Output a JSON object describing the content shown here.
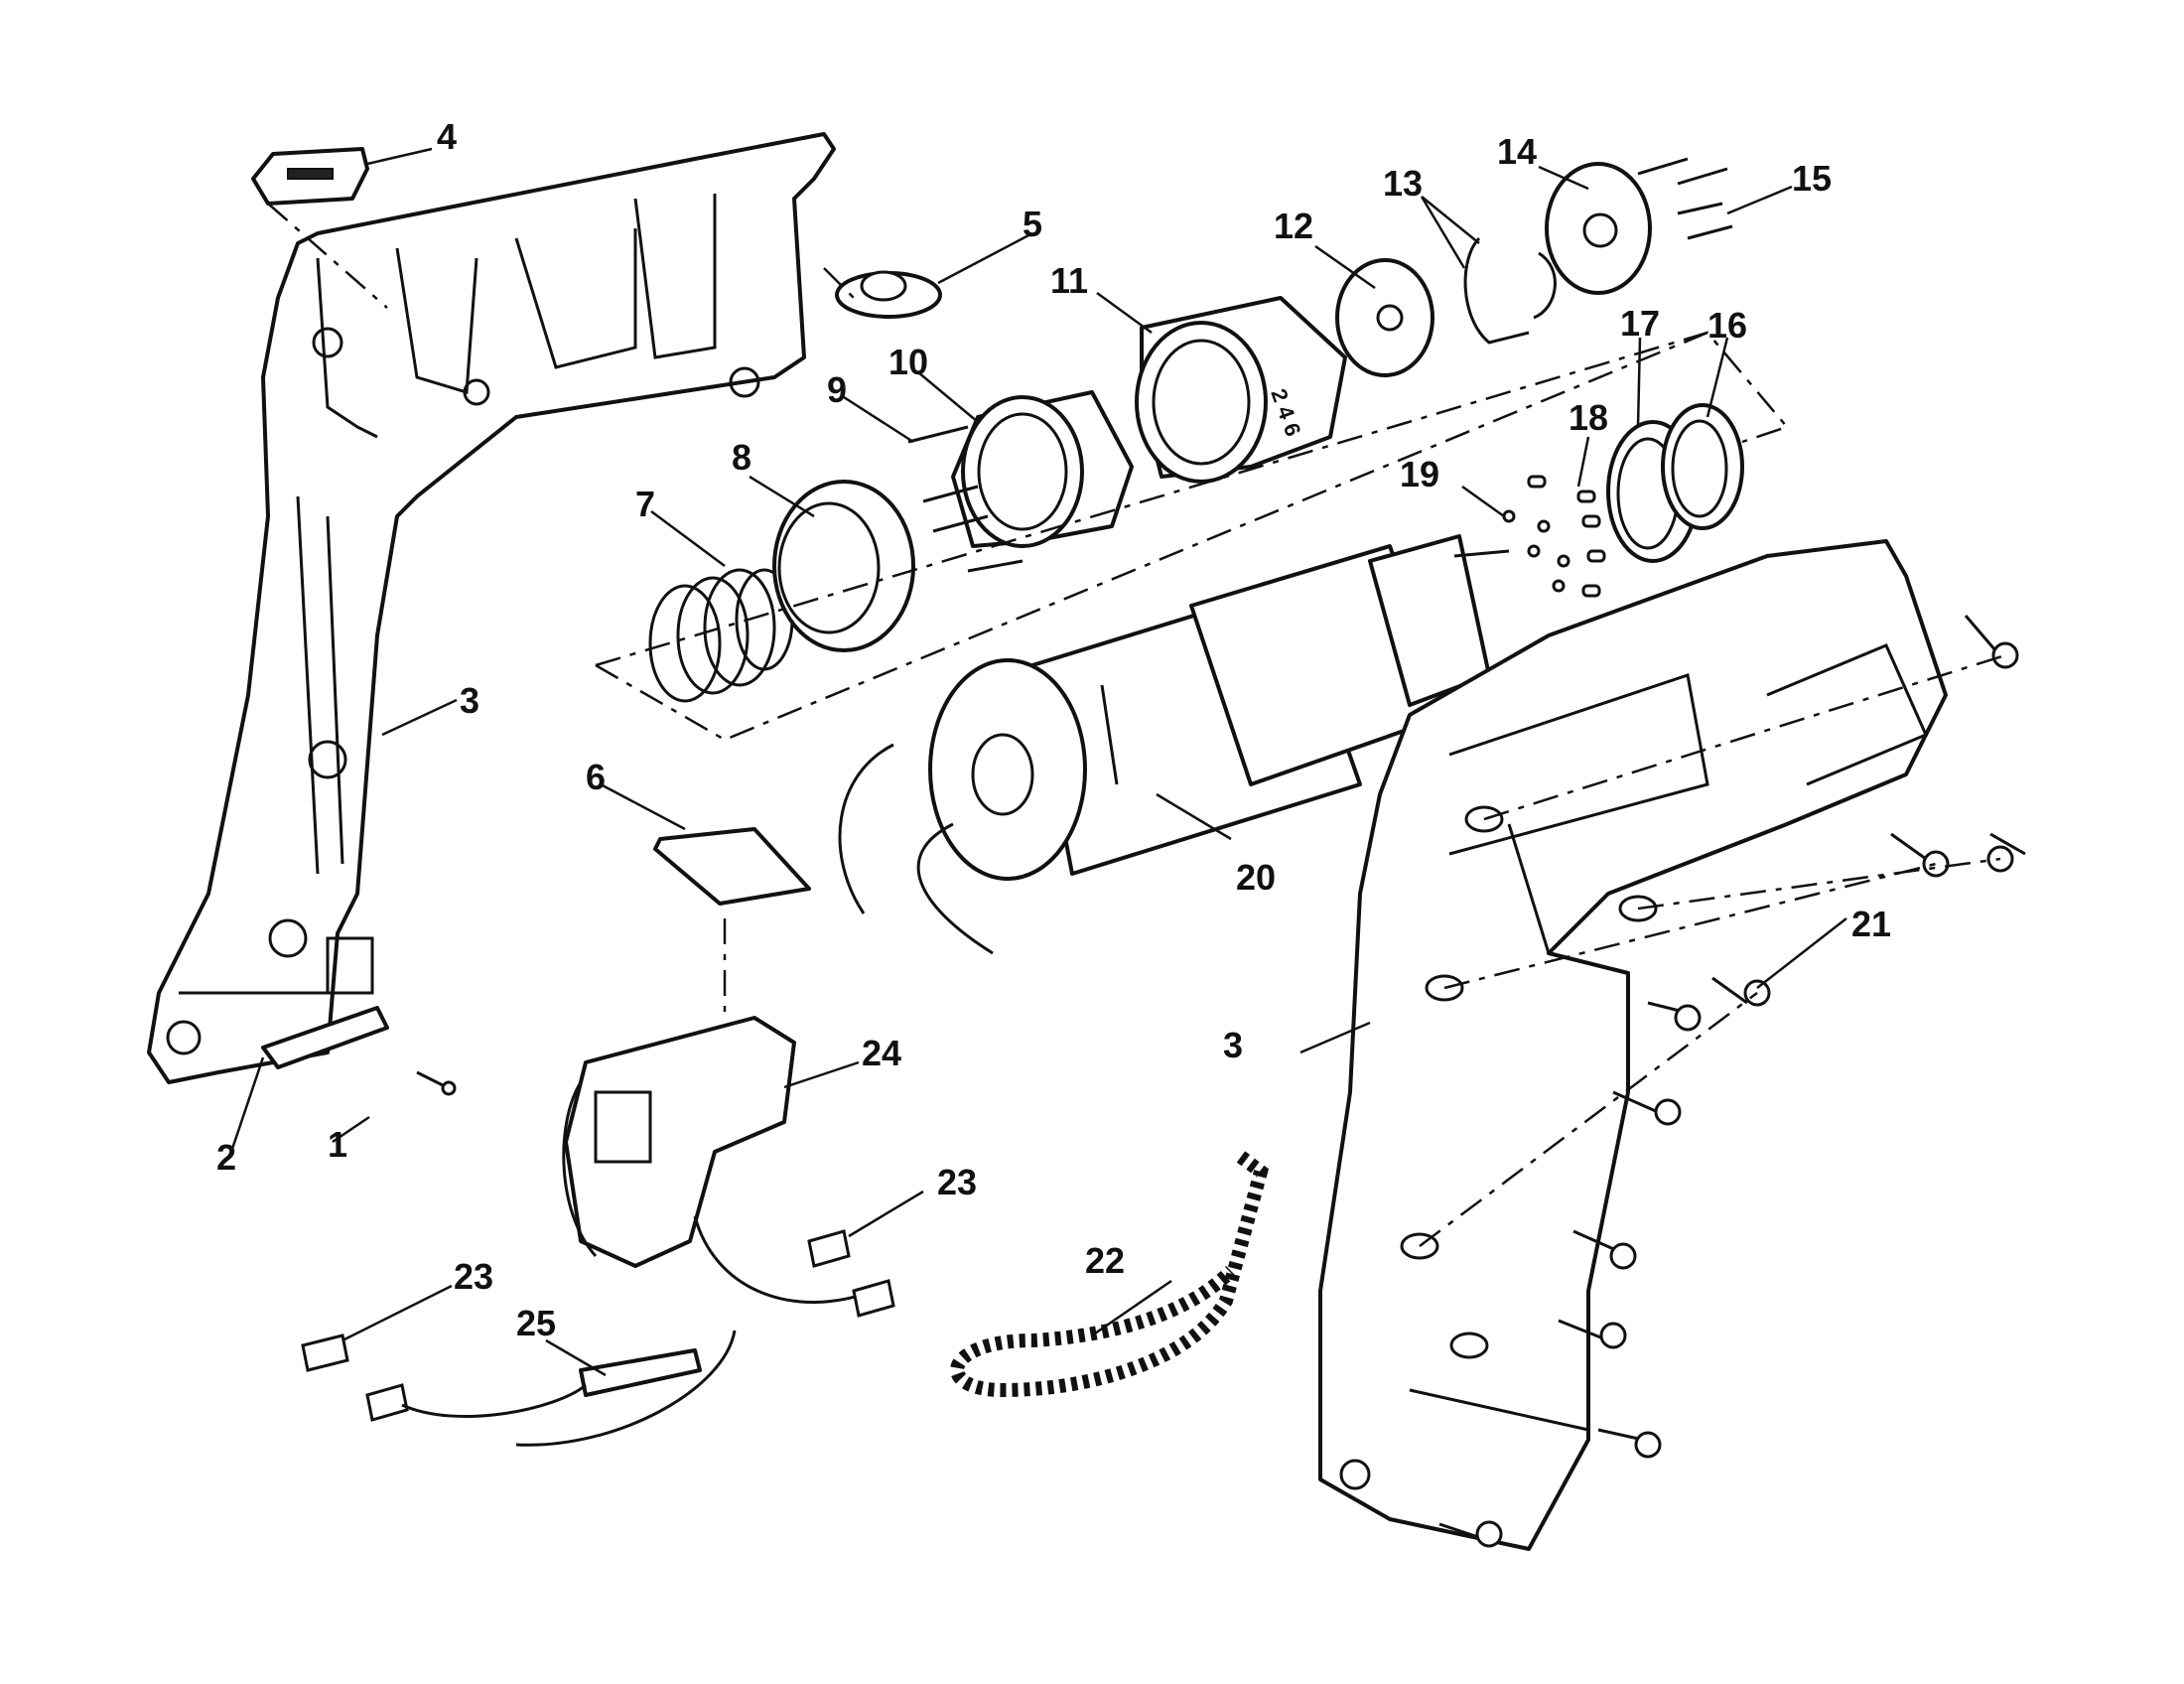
{
  "colors": {
    "ink": "#111111",
    "paper": "#ffffff"
  },
  "callouts": {
    "c1": "1",
    "c2": "2",
    "c3a": "3",
    "c3b": "3",
    "c4": "4",
    "c5": "5",
    "c6": "6",
    "c7": "7",
    "c8": "8",
    "c9": "9",
    "c10": "10",
    "c11": "11",
    "c12": "12",
    "c13": "13",
    "c14": "14",
    "c15": "15",
    "c16": "16",
    "c17": "17",
    "c18": "18",
    "c19": "19",
    "c20": "20",
    "c21": "21",
    "c22": "22",
    "c23a": "23",
    "c23b": "23",
    "c24": "24",
    "c25": "25"
  },
  "dial_markings": "2 4 6"
}
